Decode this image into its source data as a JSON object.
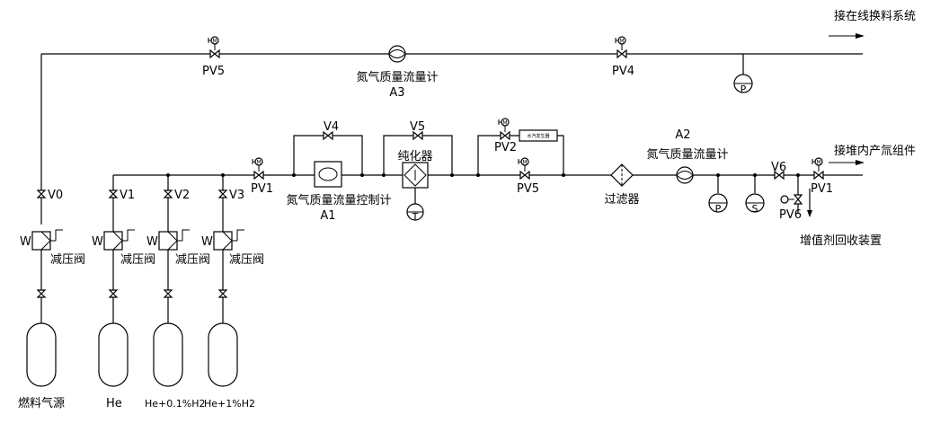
{
  "labels": {
    "online_system": "接在线换料系统",
    "reactor_component": "接堆内产氚组件",
    "pv5_top": "PV5",
    "pv4_top": "PV4",
    "he_mass_flow_top_name": "氮气质量流量计",
    "he_mass_flow_top_id": "A3",
    "v4": "V4",
    "v5": "V5",
    "pv1_left": "PV1",
    "controller_name": "氮气质量流量控制计",
    "controller_id": "A1",
    "purifier": "纯化器",
    "pv2": "PV2",
    "water_gen": "水汽发生器",
    "pv5_mid": "PV5",
    "filter": "过滤器",
    "he_mass_flow_right_id": "A2",
    "he_mass_flow_right_name": "氮气质量流量计",
    "v6": "V6",
    "pv1_right": "PV1",
    "pv6": "PV6",
    "recovery": "增值剂回收装置",
    "v0": "V0",
    "v1": "V1",
    "v2": "V2",
    "v3": "V3",
    "regulator": "减压阀",
    "fuel_source": "燃料气源",
    "he": "He",
    "he_01": "He+0.1%H2",
    "he_1": "He+1%H2",
    "p": "P",
    "s": "S",
    "t": "T",
    "w": "W",
    "m": "M"
  }
}
